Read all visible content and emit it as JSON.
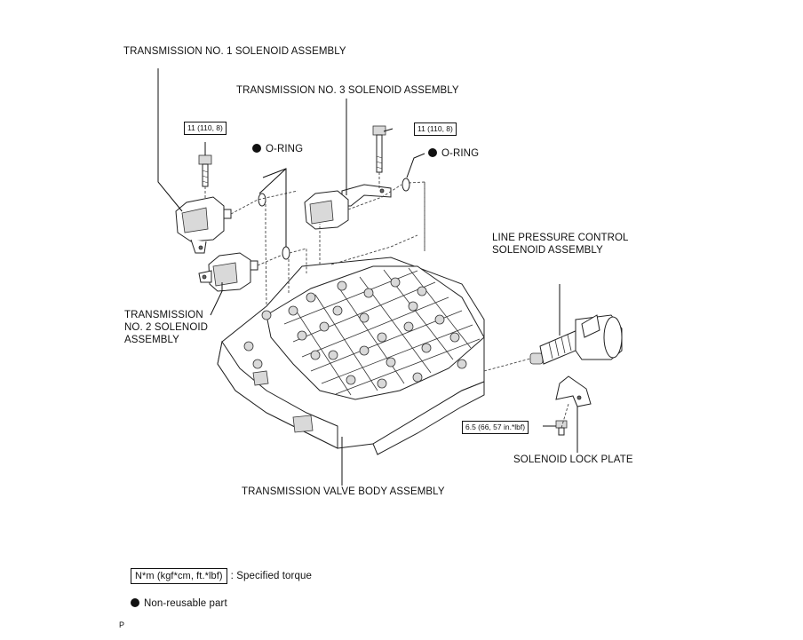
{
  "labels": {
    "sol1": "TRANSMISSION NO. 1 SOLENOID ASSEMBLY",
    "sol3": "TRANSMISSION NO. 3 SOLENOID ASSEMBLY",
    "oring_left": "O-RING",
    "oring_right": "O-RING",
    "line_pressure": "LINE PRESSURE CONTROL SOLENOID ASSEMBLY",
    "sol2": "TRANSMISSION NO. 2 SOLENOID ASSEMBLY",
    "lock_plate": "SOLENOID LOCK PLATE",
    "valve_body": "TRANSMISSION VALVE BODY ASSEMBLY"
  },
  "torques": {
    "left": "11 (110, 8)",
    "right": "11 (110, 8)",
    "lock_plate": "6.5 (66, 57 in.*lbf)"
  },
  "legend": {
    "torque_units": "N*m (kgf*cm, ft.*lbf)",
    "torque_text": ": Specified torque",
    "nonreusable_text": "Non-reusable part"
  },
  "footer": {
    "code": "P"
  }
}
